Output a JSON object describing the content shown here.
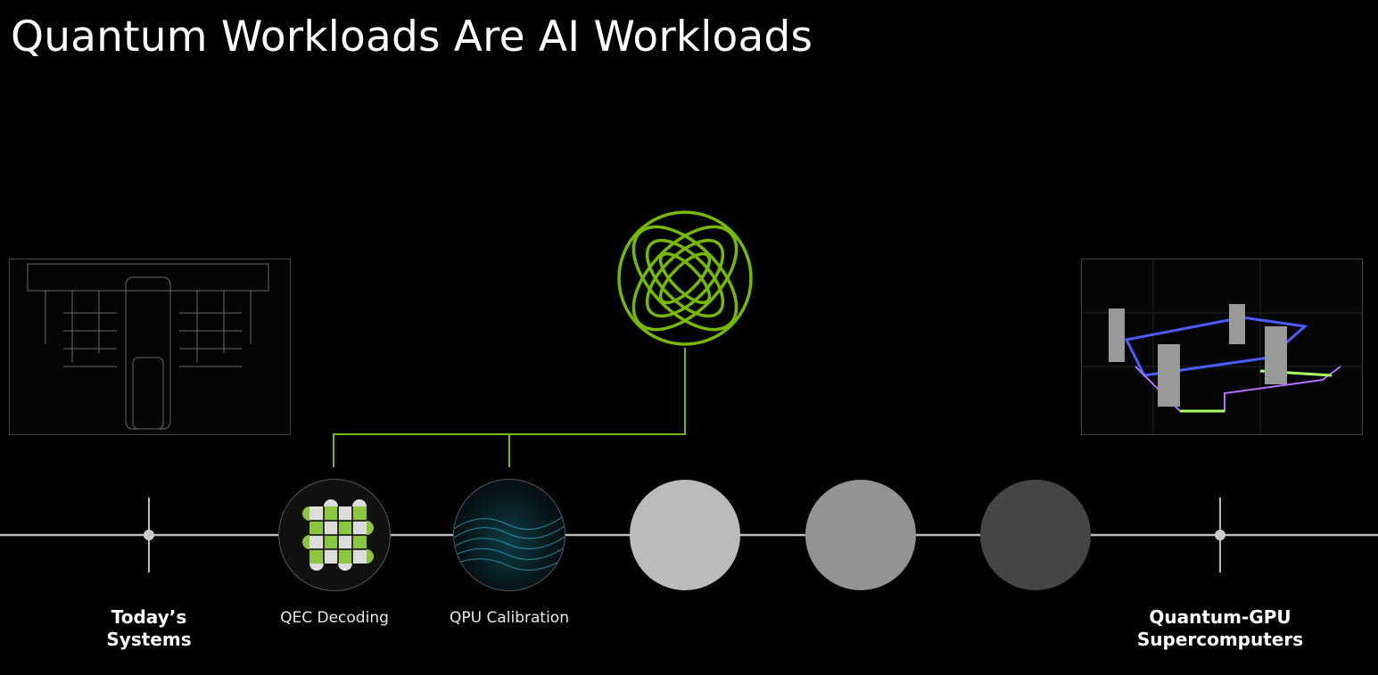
{
  "title": "Quantum Workloads Are AI Workloads",
  "timeline": {
    "start_label_line1": "Today’s",
    "start_label_line2": "Systems",
    "nodes": [
      {
        "label": "QEC Decoding"
      },
      {
        "label": "QPU Calibration"
      }
    ],
    "end_label_line1": "Quantum-GPU",
    "end_label_line2": "Supercomputers"
  },
  "colors": {
    "accent": "#76b900",
    "circle1": "#bbbbbb",
    "circle2": "#939393",
    "circle3": "#454545"
  }
}
